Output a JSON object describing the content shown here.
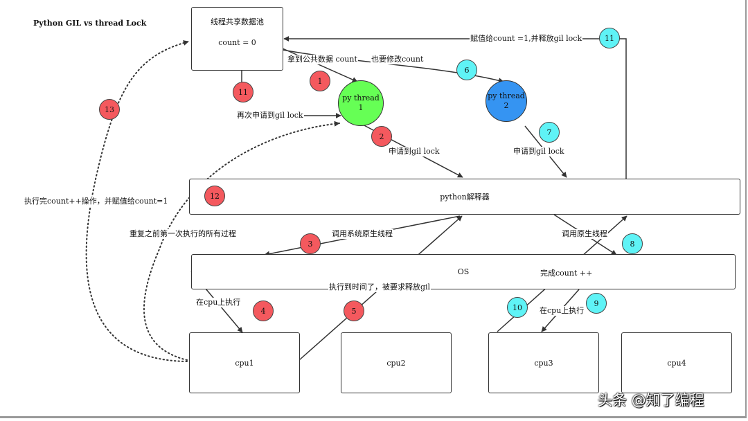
{
  "title": "Python GIL   vs thread Lock",
  "pool": {
    "label": "线程共享数据池",
    "value": "count = 0"
  },
  "interpreter": "python解释器",
  "os": "OS",
  "cpus": [
    "cpu1",
    "cpu2",
    "cpu3",
    "cpu4"
  ],
  "threads": [
    {
      "name": "py thread",
      "num": "1",
      "color": "#66ff55"
    },
    {
      "name": "py thread",
      "num": "2",
      "color": "#3594f2"
    }
  ],
  "labels": {
    "get_count": "拿到公共数据 count",
    "also_modify": "也要修改count",
    "assign_release": "赋值给count =1,并释放gil lock",
    "reacquire": "再次申请到gil lock",
    "acquire_1": "申请到gil lock",
    "acquire_2": "申请到gil lock",
    "exec_assign": "执行完count++操作，并赋值给count=1",
    "repeat_all": "重复之前第一次执行的所有过程",
    "call_native_1": "调用系统原生线程",
    "call_native_2": "调用原生线程",
    "exec_cpu_1": "在cpu上执行",
    "exec_cpu_2": "在cpu上执行",
    "time_up": "执行到时间了，被要求释放gil",
    "done_count": "完成count ++"
  },
  "badges": [
    {
      "n": "1",
      "color": "red"
    },
    {
      "n": "2",
      "color": "red"
    },
    {
      "n": "3",
      "color": "red"
    },
    {
      "n": "4",
      "color": "red"
    },
    {
      "n": "5",
      "color": "red"
    },
    {
      "n": "6",
      "color": "cyan"
    },
    {
      "n": "7",
      "color": "cyan"
    },
    {
      "n": "8",
      "color": "cyan"
    },
    {
      "n": "9",
      "color": "cyan"
    },
    {
      "n": "10",
      "color": "cyan"
    },
    {
      "n": "11",
      "color": "red"
    },
    {
      "n": "11",
      "color": "cyan"
    },
    {
      "n": "12",
      "color": "red"
    },
    {
      "n": "13",
      "color": "red"
    }
  ],
  "colors": {
    "red_badge": "#f4595e",
    "cyan_badge": "#5ff3f6",
    "thread1": "#66ff55",
    "thread2": "#3594f2"
  },
  "watermark": "头条 @知了编程"
}
